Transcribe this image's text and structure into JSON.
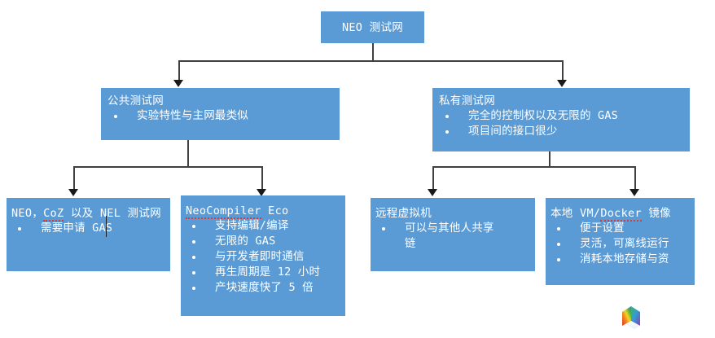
{
  "diagram": {
    "root": {
      "label": "NEO 测试网"
    },
    "level2": [
      {
        "title": "公共测试网",
        "bullets": [
          "实验特性与主网最类似"
        ]
      },
      {
        "title": "私有测试网",
        "bullets": [
          "完全的控制权以及无限的 GAS",
          "项目间的接口很少"
        ]
      }
    ],
    "level3": [
      {
        "title_prefix": "NEO，",
        "title_misspelled": "CoZ",
        "title_suffix": " 以及 NEL 测试网",
        "bullets": [
          "需要申请 GAS"
        ]
      },
      {
        "title_misspelled": "NeoCompiler",
        "title_suffix": " Eco",
        "bullets": [
          "支持编辑/编译",
          "无限的 GAS",
          "与开发者即时通信",
          "再生周期是 12 小时",
          "产块速度快了 5 倍"
        ]
      },
      {
        "title": "远程虚拟机",
        "bullets": [
          "可以与其他人共享",
          "链"
        ]
      },
      {
        "title_prefix": "本地 VM/",
        "title_misspelled": "Docker",
        "title_suffix": " 镜像",
        "bullets": [
          "便于设置",
          "灵活，可离线运行",
          "消耗本地存储与资"
        ]
      }
    ],
    "colors": {
      "node_fill": "#5b9bd5",
      "node_text": "#ffffff",
      "connector": "#404040",
      "spellcheck_underline": "#e03a2f",
      "canvas": "#ffffff"
    },
    "logo": {
      "name": "rainbow-prism-logo"
    }
  }
}
